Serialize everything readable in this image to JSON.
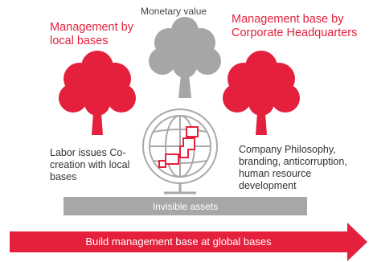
{
  "labels": {
    "monetary_value": "Monetary value",
    "management_local": "Management by local bases",
    "management_hq": "Management base by Corporate Headquarters",
    "left_desc": "Labor issues Co-creation with local bases",
    "right_desc": "Company Philosophy, branding, anticorruption, human resource development",
    "invisible_assets": "Invisible assets",
    "arrow": "Build management base at global bases"
  },
  "colors": {
    "red": "#e5203d",
    "gray_tree": "#a6a6a6",
    "gray_bar": "#a7a7a7",
    "globe_line": "#a8a8a8"
  },
  "icons": [
    "red-tree-icon",
    "gray-tree-icon",
    "globe-icon",
    "arrow-icon"
  ]
}
